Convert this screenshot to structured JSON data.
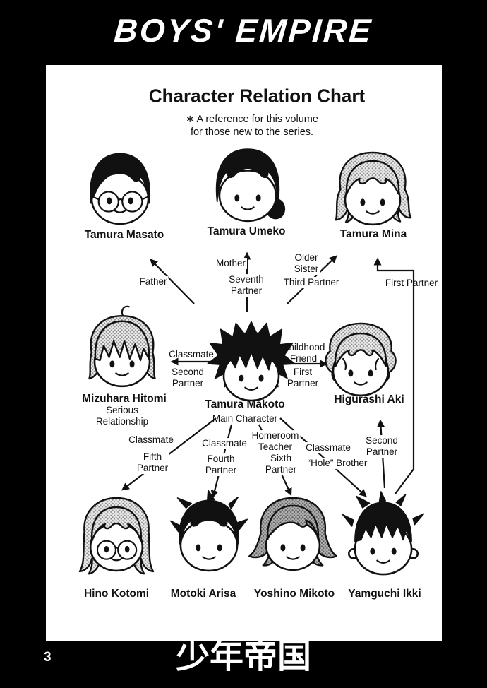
{
  "banner": {
    "title": "BOYS' EMPIRE"
  },
  "chart": {
    "title": "Character Relation Chart",
    "note": "∗ A reference for this volume\nfor those new to the series.",
    "characters": [
      {
        "name": "Tamura Masato"
      },
      {
        "name": "Tamura Umeko"
      },
      {
        "name": "Tamura Mina"
      },
      {
        "name": "Mizuhara Hitomi",
        "subtitle": "Serious\nRelationship"
      },
      {
        "name": "Tamura Makoto",
        "subtitle": "Main Character"
      },
      {
        "name": "Higurashi Aki"
      },
      {
        "name": "Hino Kotomi"
      },
      {
        "name": "Motoki Arisa"
      },
      {
        "name": "Yoshino Mikoto"
      },
      {
        "name": "Yamguchi Ikki"
      }
    ],
    "relations": {
      "father": "Father",
      "mother": "Mother",
      "seventh_partner": "Seventh\nPartner",
      "older_sister": "Older\nSister",
      "third_partner": "Third Partner",
      "first_partner_mina": "First Partner",
      "classmate_hitomi": "Classmate",
      "second_partner_hitomi": "Second\nPartner",
      "childhood_friend": "Childhood\nFriend",
      "first_partner_aki": "First\nPartner",
      "classmate_kotomi": "Classmate",
      "fifth_partner": "Fifth\nPartner",
      "classmate_arisa": "Classmate",
      "fourth_partner": "Fourth\nPartner",
      "homeroom_teacher": "Homeroom\nTeacher",
      "sixth_partner": "Sixth\nPartner",
      "classmate_ikki": "Classmate",
      "hole_brother": "“Hole” Brother",
      "second_partner_ikki": "Second\nPartner"
    }
  },
  "footer": {
    "page_number": "3",
    "series_title": "少年帝国"
  }
}
